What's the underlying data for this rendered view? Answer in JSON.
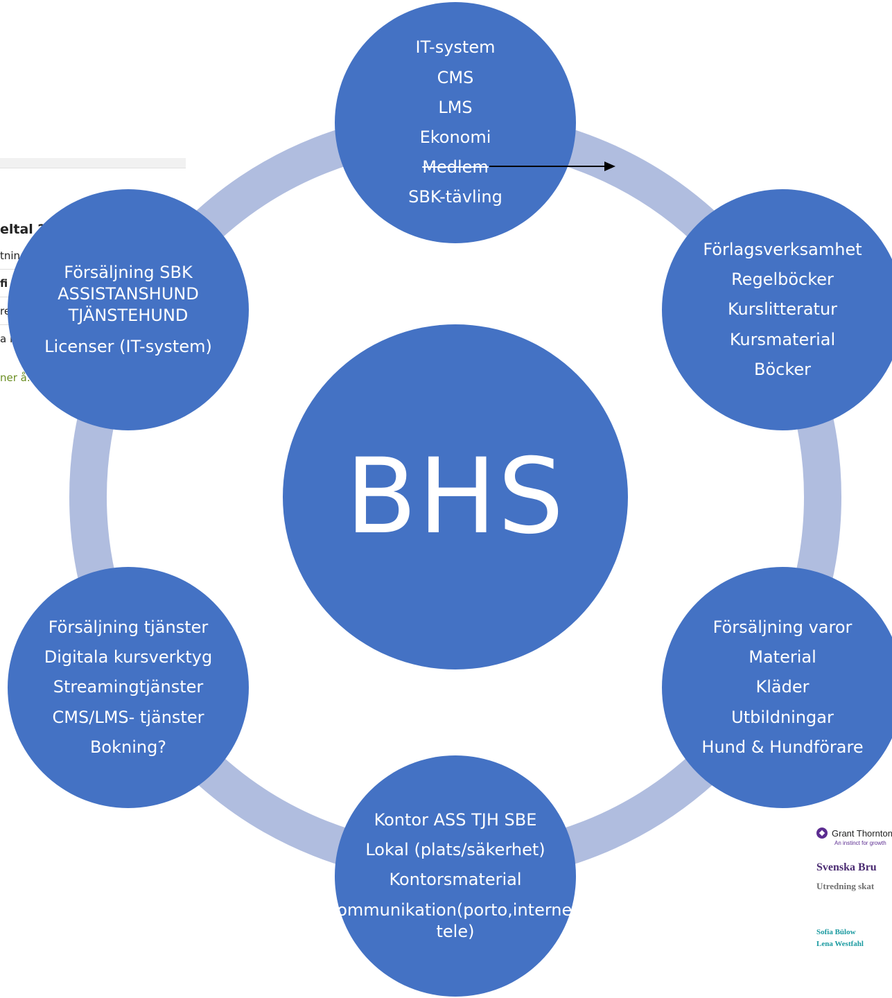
{
  "center": {
    "label": "BHS"
  },
  "nodes": {
    "top": [
      "IT-system",
      "CMS",
      "LMS",
      "Ekonomi",
      "Medlem",
      "SBK-tävling"
    ],
    "top_right": [
      "Förlagsverksamhet",
      "Regelböcker",
      "Kurslitteratur",
      "Kursmaterial",
      "Böcker"
    ],
    "bottom_right": [
      "Försäljning varor",
      "Material",
      "Kläder",
      "Utbildningar",
      "Hund & Hundförare"
    ],
    "bottom": [
      "Kontor ASS TJH SBE",
      "Lokal (plats/säkerhet)",
      "Kontorsmaterial",
      "Kommunikation(porto,internet, tele)"
    ],
    "bottom_left": [
      "Försäljning tjänster",
      "Digitala kursverktyg",
      "Streamingtjänster",
      "CMS/LMS- tjänster",
      "Bokning?"
    ],
    "top_left": [
      "Försäljning SBK ASSISTANSHUND TJÄNSTEHUND",
      "Licenser (IT-system)"
    ]
  },
  "background_fragment": {
    "lines": [
      "eltal ?",
      "tnin",
      "fi",
      "re",
      "a i",
      "ner å."
    ]
  },
  "grant_thornton": {
    "logo_text": "Grant Thornton",
    "tagline": "An instinct for growth",
    "title": "Svenska Bru",
    "subtitle": "Utredning skat",
    "names": [
      "Sofia Bülow",
      "Lena Westfahl"
    ]
  },
  "colors": {
    "node_fill": "#4472c4",
    "ring": "#b0bddf",
    "text": "#ffffff"
  }
}
